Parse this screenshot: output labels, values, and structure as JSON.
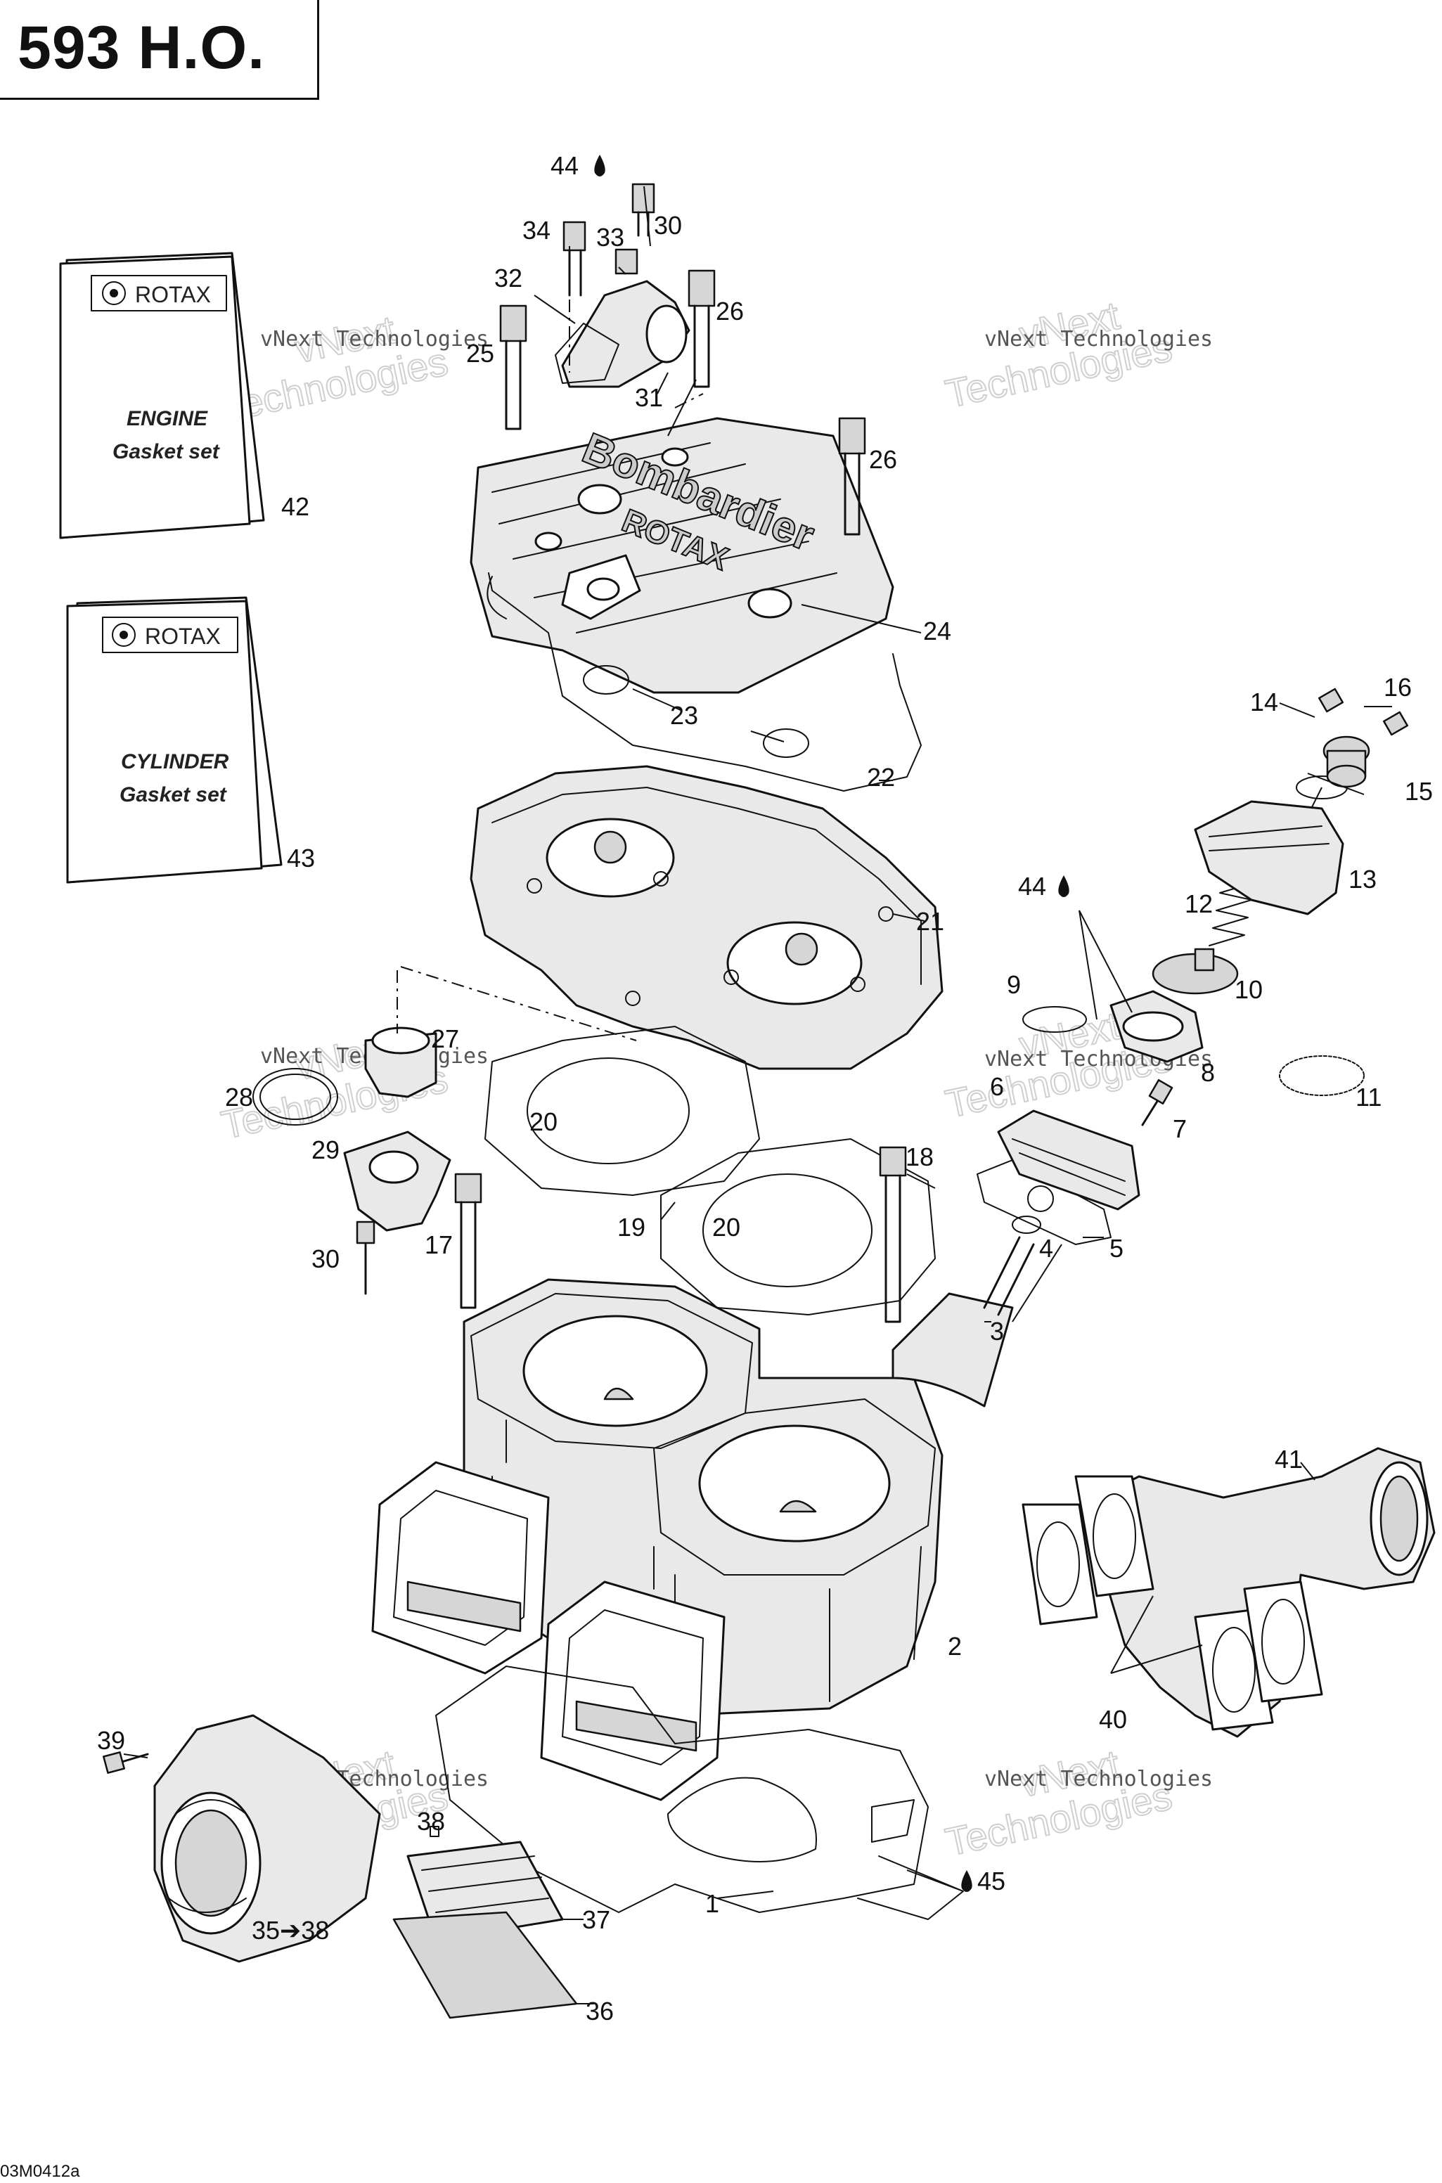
{
  "header": {
    "title": "593 H.O."
  },
  "document_code": "03M0412a",
  "booklets": {
    "engine": {
      "brand": "ROTAX",
      "line1": "ENGINE",
      "line2": "Gasket set"
    },
    "cylinder": {
      "brand": "ROTAX",
      "line1": "CYLINDER",
      "line2": "Gasket set"
    }
  },
  "head_embossing": {
    "brand": "Bombardier",
    "sub": "ROTAX"
  },
  "watermark": {
    "company": "vNext Technologies",
    "big1": "vNext",
    "big2": "Technologies"
  },
  "callouts": {
    "c1": "1",
    "c2": "2",
    "c3": "3",
    "c4": "4",
    "c5": "5",
    "c6": "6",
    "c7": "7",
    "c8": "8",
    "c9": "9",
    "c10": "10",
    "c11": "11",
    "c12": "12",
    "c13": "13",
    "c14": "14",
    "c15": "15",
    "c16": "16",
    "c17": "17",
    "c18": "18",
    "c19": "19",
    "c20a": "20",
    "c20b": "20",
    "c21": "21",
    "c22": "22",
    "c23": "23",
    "c24": "24",
    "c25": "25",
    "c26a": "26",
    "c26b": "26",
    "c27": "27",
    "c28": "28",
    "c29": "29",
    "c30a": "30",
    "c30b": "30",
    "c31": "31",
    "c32": "32",
    "c33": "33",
    "c34": "34",
    "c3538": "35➔38",
    "c36": "36",
    "c37": "37",
    "c38": "38",
    "c39": "39",
    "c40": "40",
    "c41": "41",
    "c42": "42",
    "c43": "43",
    "c44a": "44",
    "c44b": "44",
    "c45": "45"
  }
}
